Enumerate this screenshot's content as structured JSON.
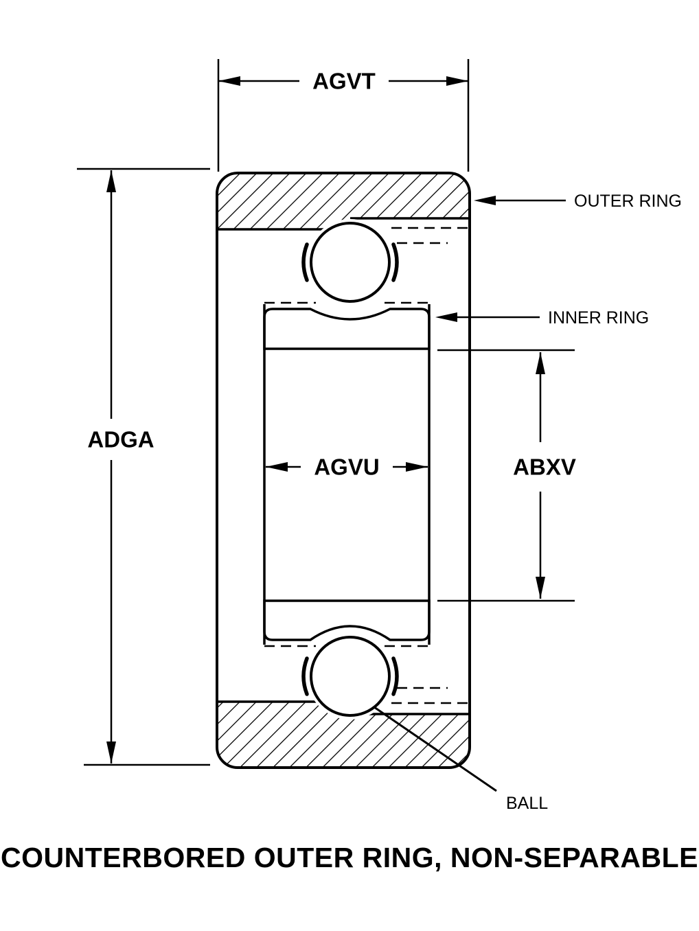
{
  "title": "COUNTERBORED OUTER RING, NON-SEPARABLE",
  "dimensions": {
    "width_label": "AGVT",
    "outer_diameter_label": "ADGA",
    "inner_width_label": "AGVU",
    "bore_diameter_label": "ABXV"
  },
  "callouts": {
    "outer_ring": "OUTER RING",
    "inner_ring": "INNER RING",
    "ball": "BALL"
  },
  "colors": {
    "line": "#000000",
    "background": "#ffffff"
  }
}
